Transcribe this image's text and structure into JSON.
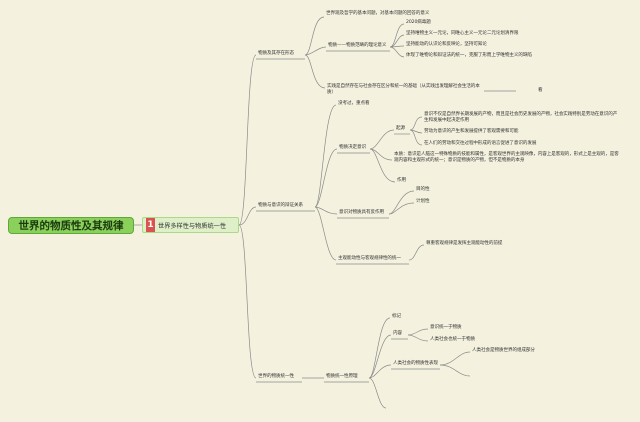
{
  "root": {
    "title": "世界的物质性及其规律"
  },
  "chapter": {
    "number": "1",
    "title": "世界多样性与物质统一性"
  },
  "branches": {
    "b1": {
      "label": "物质及其存在形态",
      "items": {
        "basic_question": "世界观及哲学的基本问题，对基本问题的回答的意义",
        "matter_concept": "物质——物质范畴的理论意义",
        "sub": [
          "2020病毒题",
          "坚持唯物主义一元论，同唯心主义一元论二元论划清界限",
          "坚持能动的认识论和反映论，坚持可知论",
          "体现了唯物论和辩证法的统一，克服了形而上学唯物主义的缺陷"
        ],
        "practice": "实践是自然存在与社会存在区分和统一的基础（从实践出发理解社会生活的本质）",
        "practice_tail": "看"
      }
    },
    "b2": {
      "label": "物质与意识的辩证关系",
      "exam_note": "没考过，重点看",
      "decides": {
        "label": "物质决定意识",
        "origin": "起源",
        "origin_items": [
          "意识不仅是自然界长期发展的产物，而且是社会历史发展的产物，社会实践特别是劳动在意识的产生和发展中起决定作用",
          "劳动为意识的产生和发展提供了客观需要和可能",
          "在人们的劳动和交往过程中形成的语言促进了意识的发展"
        ],
        "essence": "本质：意识是人脑这一特殊物质的技能和属性，是客观世界的主观映像，内容上是客观的，形式上是主观的，是客观内容和主观形式的统一；意识是物质的产物，但不是物质的本身",
        "function": "作用"
      },
      "reaction": {
        "label": "意识对物质具有反作用",
        "items": [
          "目的性",
          "计划性"
        ]
      },
      "agency": {
        "label": "主观能动性与客观规律性的统一",
        "item": "尊重客观规律是发挥主观能动性的前提"
      }
    },
    "b3": {
      "label": "世界的物质统一性",
      "principle": "物质统一性原理",
      "sub": {
        "meaning": "标记",
        "content": {
          "label": "内容",
          "items": [
            "意识统一于物质",
            "人类社会也统一于物质"
          ]
        },
        "society": {
          "label": "人类社会的物质性表现",
          "items": [
            "人类社会是物质世界的组成部分"
          ]
        }
      }
    }
  },
  "colors": {
    "background": "#f4f2df",
    "root_fill": "#8ad05a",
    "chapter_fill": "#dff0c8",
    "chapter_number": "#d9534f",
    "connector": "#8a8a8a"
  }
}
